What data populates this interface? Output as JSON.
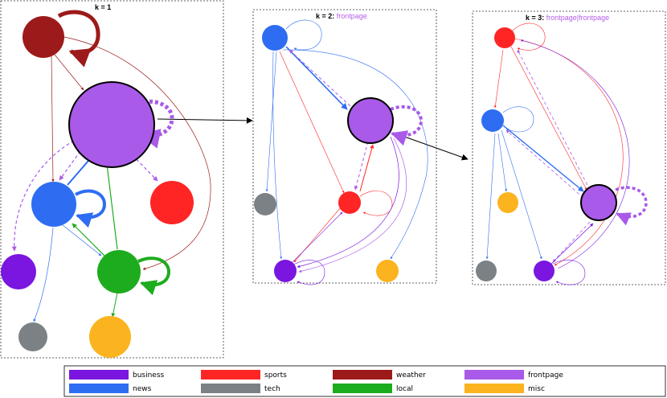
{
  "panels": [
    {
      "id": "k1",
      "title": "k = 1",
      "suffix": ""
    },
    {
      "id": "k2",
      "title": "k = 2: ",
      "suffix": "frontpage"
    },
    {
      "id": "k3",
      "title": "k = 3: ",
      "suffix": "frontpage|frontpage"
    }
  ],
  "legend": [
    {
      "key": "business",
      "label": "business",
      "color": "#7a16e0"
    },
    {
      "key": "sports",
      "label": "sports",
      "color": "#ff2525"
    },
    {
      "key": "weather",
      "label": "weather",
      "color": "#9d1a1a"
    },
    {
      "key": "frontpage",
      "label": "frontpage",
      "color": "#a95ae8"
    },
    {
      "key": "news",
      "label": "news",
      "color": "#2e6df2"
    },
    {
      "key": "tech",
      "label": "tech",
      "color": "#7b8184"
    },
    {
      "key": "local",
      "label": "local",
      "color": "#1dac1d"
    },
    {
      "key": "misc",
      "label": "misc",
      "color": "#fbb31f"
    }
  ],
  "colors": {
    "suffix_text": "#b55ee8",
    "border": "#333333",
    "arrow": "#000000"
  }
}
